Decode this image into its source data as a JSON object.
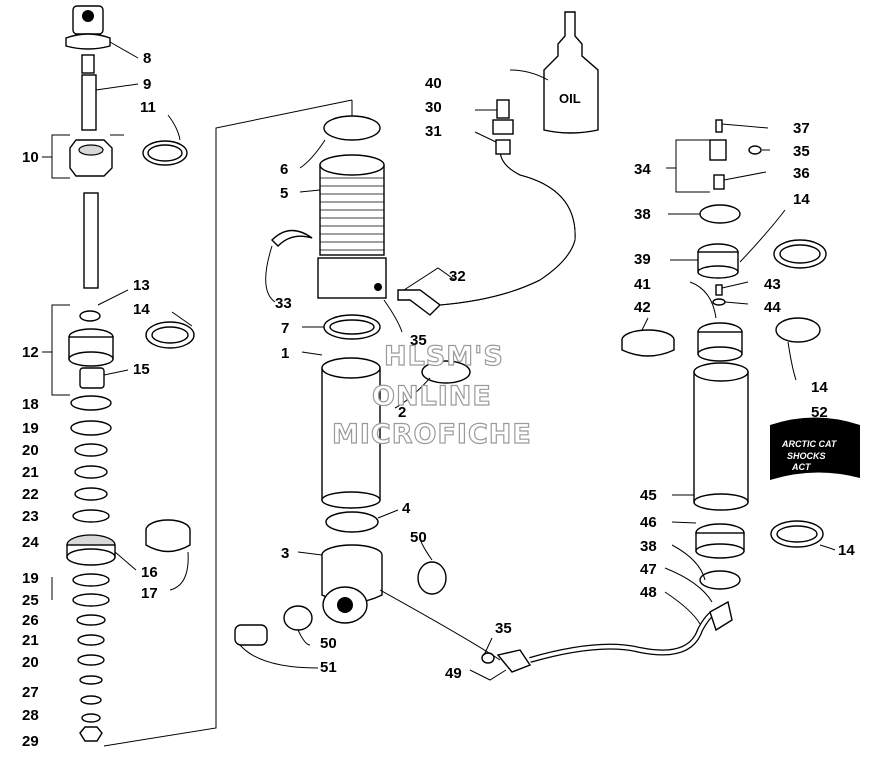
{
  "watermark": {
    "line1": "HLSM'S",
    "line2": "ONLINE",
    "line3": "MICROFICHE"
  },
  "oil_bottle_label": "OIL",
  "decal_text": {
    "line1": "ARCTIC CAT",
    "line2": "SHOCKS",
    "logo": "ACT"
  },
  "callouts": [
    "8",
    "9",
    "10",
    "11",
    "12",
    "13",
    "14",
    "15",
    "18",
    "19",
    "20",
    "21",
    "22",
    "23",
    "24",
    "16",
    "17",
    "19",
    "25",
    "26",
    "21",
    "20",
    "27",
    "28",
    "29",
    "6",
    "5",
    "33",
    "7",
    "1",
    "2",
    "35",
    "32",
    "4",
    "3",
    "50",
    "50",
    "51",
    "40",
    "30",
    "31",
    "35",
    "49",
    "37",
    "35",
    "34",
    "36",
    "38",
    "14",
    "39",
    "41",
    "43",
    "42",
    "44",
    "14",
    "52",
    "45",
    "46",
    "14",
    "38",
    "47",
    "48"
  ]
}
